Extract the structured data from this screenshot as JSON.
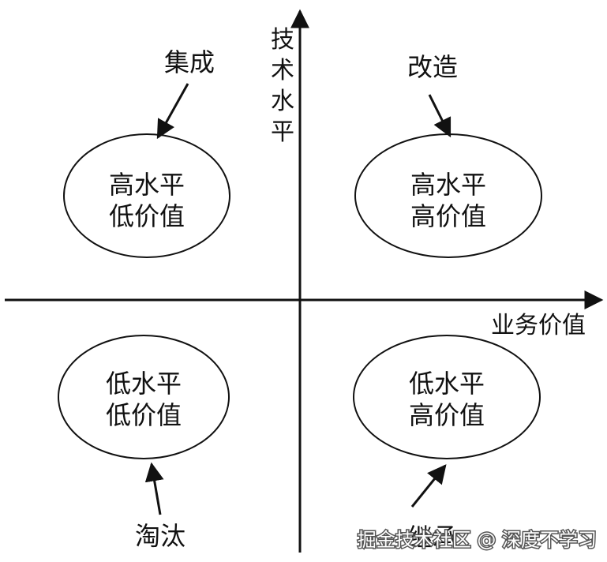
{
  "axes": {
    "y_label_chars": [
      "技",
      "术",
      "水",
      "平"
    ],
    "x_label": "业务价值"
  },
  "quadrants": {
    "top_left": {
      "line1": "高水平",
      "line2": "低价值",
      "action": "集成"
    },
    "top_right": {
      "line1": "高水平",
      "line2": "高价值",
      "action": "改造"
    },
    "bottom_left": {
      "line1": "低水平",
      "line2": "低价值",
      "action": "淘汰"
    },
    "bottom_right": {
      "line1": "低水平",
      "line2": "高价值",
      "action": "继承"
    }
  },
  "watermark": "掘金技术社区 @ 深度不学习",
  "colors": {
    "line": "#111111",
    "background": "#ffffff",
    "watermark": "#ffffff"
  }
}
